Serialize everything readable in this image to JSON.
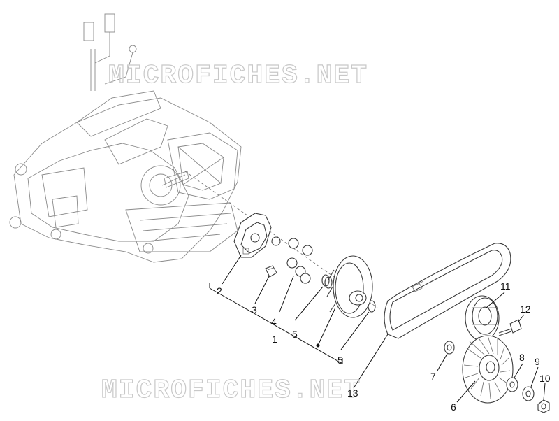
{
  "watermark": {
    "top": "MICROFICHES.NET",
    "bottom": "MICROFICHES.NET"
  },
  "callouts": {
    "c1": "1",
    "c2": "2",
    "c3": "3",
    "c4": "4",
    "c5a": "5",
    "c5b": "5",
    "c6": "6",
    "c7": "7",
    "c8": "8",
    "c9": "9",
    "c10": "10",
    "c11": "11",
    "c12": "12",
    "c13": "13"
  }
}
